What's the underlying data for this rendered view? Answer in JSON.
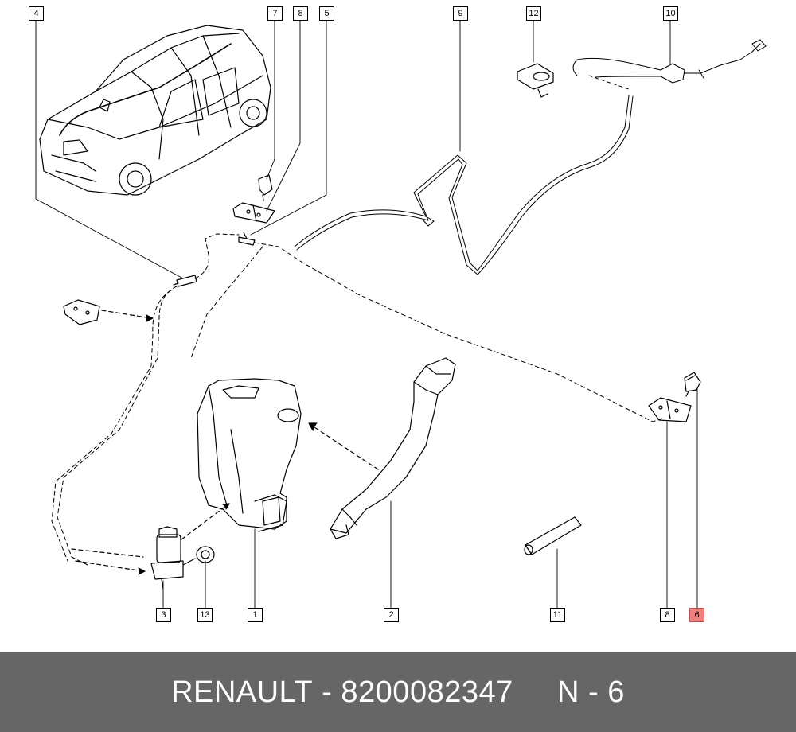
{
  "callouts": {
    "c4": "4",
    "c7": "7",
    "c8_top": "8",
    "c5": "5",
    "c9": "9",
    "c12": "12",
    "c10": "10",
    "c3": "3",
    "c13": "13",
    "c1": "1",
    "c2": "2",
    "c11": "11",
    "c8_bottom": "8",
    "c6": "6"
  },
  "highlight_color": "#f08080",
  "footer": {
    "brand": "RENAULT",
    "separator1": " - ",
    "part_number": "8200082347",
    "gap": "     ",
    "ref_prefix": "N",
    "separator2": " - ",
    "ref_number": "6",
    "background": "#666666"
  }
}
